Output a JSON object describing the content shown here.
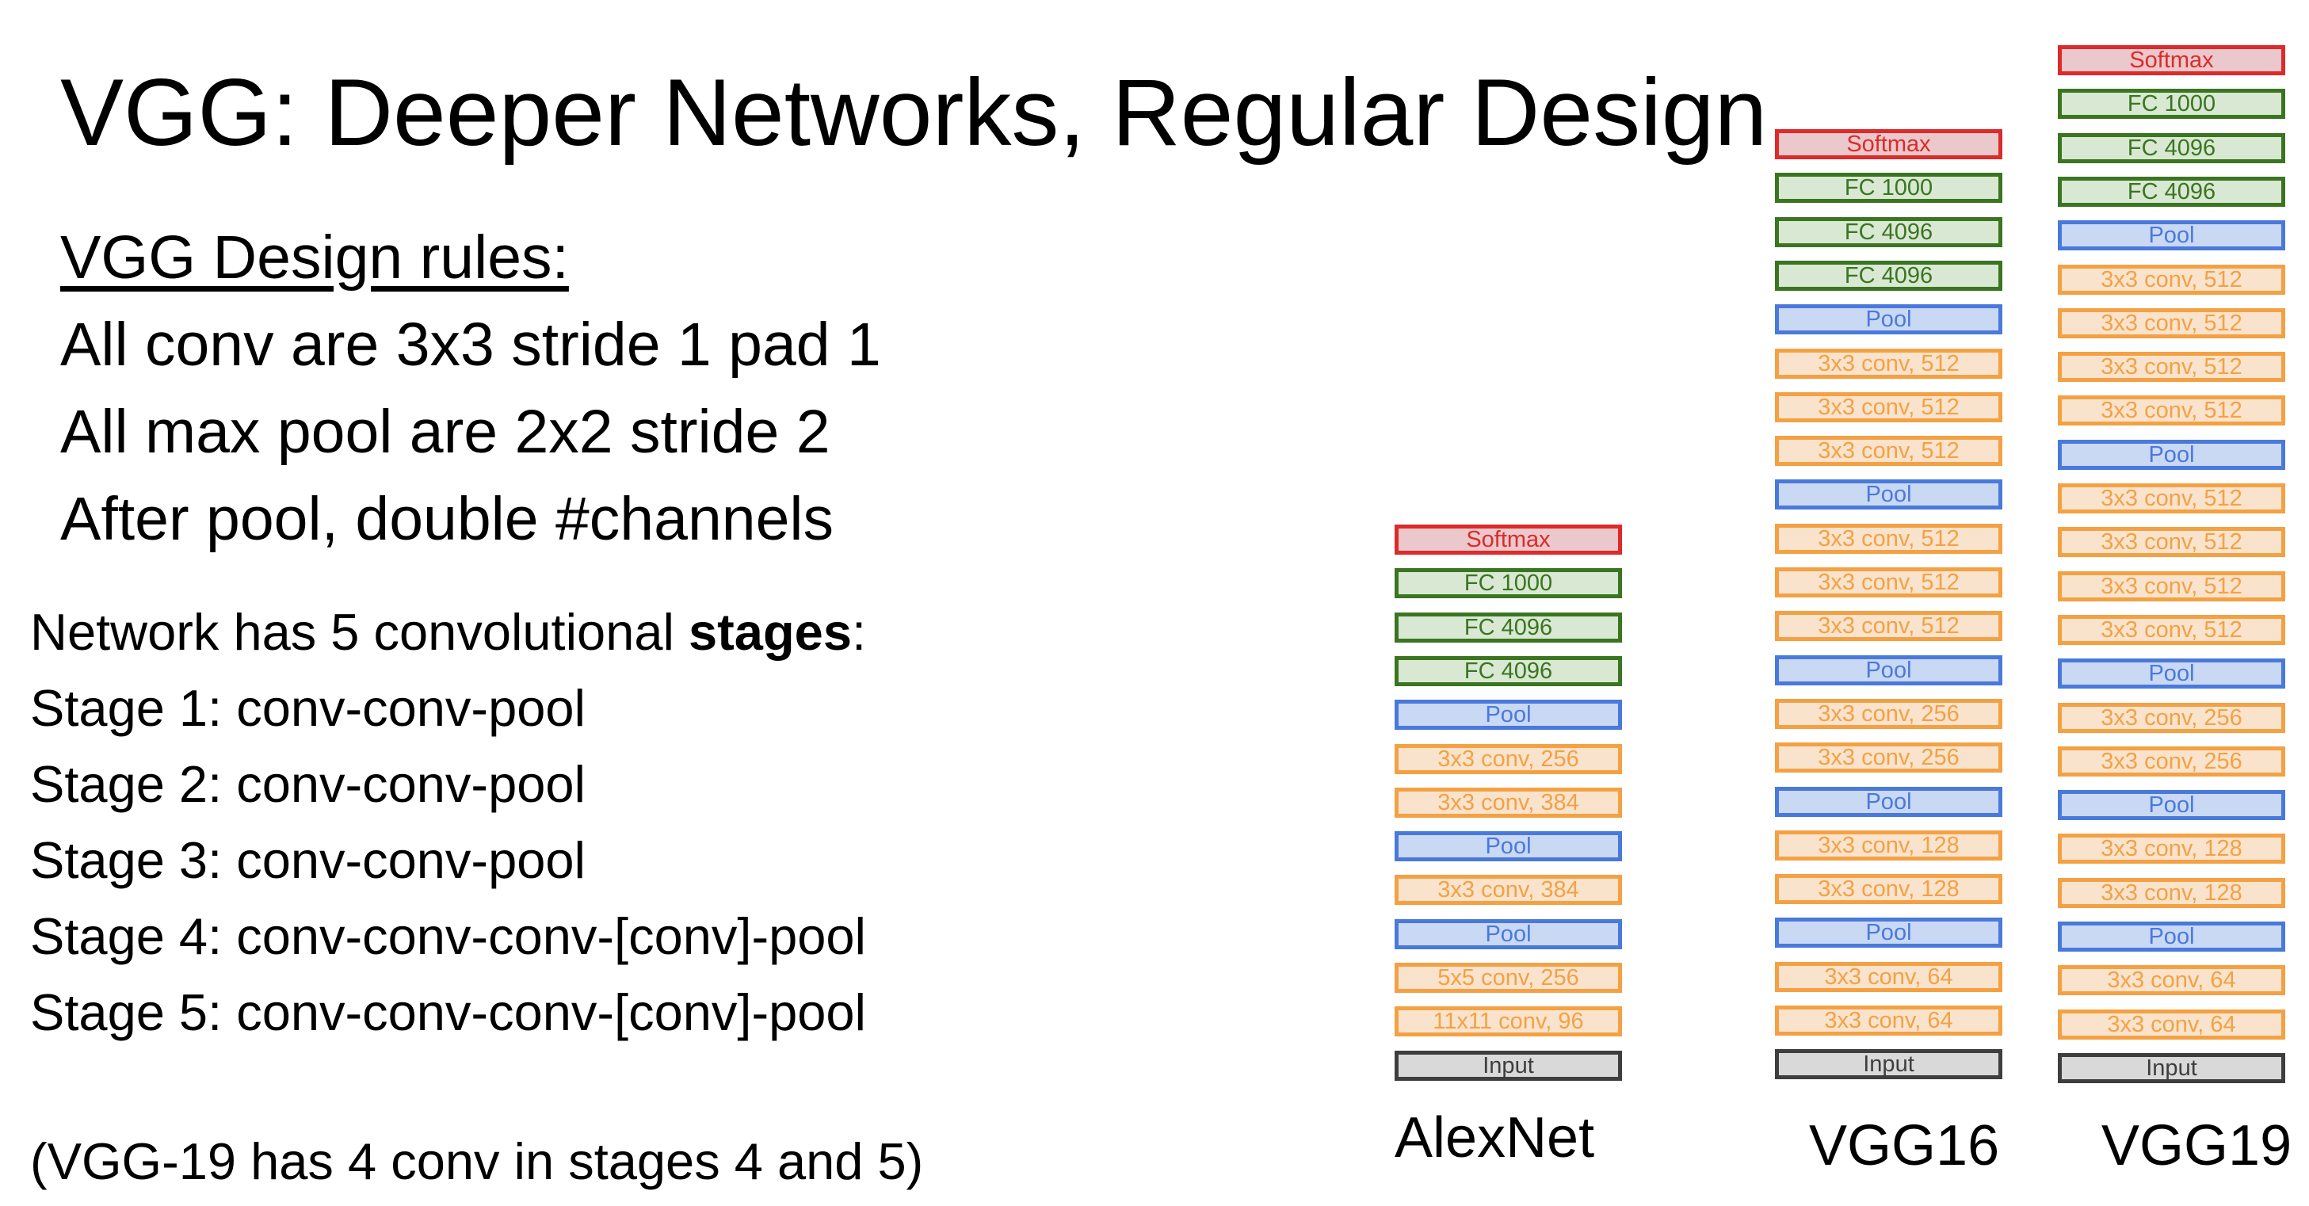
{
  "slide": {
    "title": "VGG: Deeper Networks, Regular Design",
    "rules_heading": "VGG Design rules:",
    "rules": [
      "All conv are 3x3 stride 1 pad 1",
      "All max pool are 2x2 stride 2",
      "After pool, double #channels"
    ],
    "stages_intro_prefix": "Network has 5 convolutional ",
    "stages_intro_bold": "stages",
    "stages_intro_suffix": ":",
    "stages": [
      "Stage 1: conv-conv-pool",
      "Stage 2: conv-conv-pool",
      "Stage 3: conv-conv-pool",
      "Stage 4: conv-conv-conv-[conv]-pool",
      "Stage 5: conv-conv-conv-[conv]-pool"
    ],
    "note": "(VGG-19 has 4 conv in stages 4 and 5)"
  },
  "colors": {
    "softmax": "#dd2a2a",
    "fc": "#3b7521",
    "pool": "#4a79dc",
    "conv": "#f4a144",
    "input": "#3e3e3e"
  },
  "networks": [
    {
      "name": "AlexNet",
      "layers": [
        {
          "label": "Softmax",
          "type": "softmax"
        },
        {
          "label": "FC 1000",
          "type": "fc"
        },
        {
          "label": "FC 4096",
          "type": "fc"
        },
        {
          "label": "FC 4096",
          "type": "fc"
        },
        {
          "label": "Pool",
          "type": "pool"
        },
        {
          "label": "3x3 conv, 256",
          "type": "conv"
        },
        {
          "label": "3x3 conv, 384",
          "type": "conv"
        },
        {
          "label": "Pool",
          "type": "pool"
        },
        {
          "label": "3x3 conv, 384",
          "type": "conv"
        },
        {
          "label": "Pool",
          "type": "pool"
        },
        {
          "label": "5x5 conv, 256",
          "type": "conv"
        },
        {
          "label": "11x11 conv, 96",
          "type": "conv"
        },
        {
          "label": "Input",
          "type": "input"
        }
      ]
    },
    {
      "name": "VGG16",
      "layers": [
        {
          "label": "Softmax",
          "type": "softmax"
        },
        {
          "label": "FC 1000",
          "type": "fc"
        },
        {
          "label": "FC 4096",
          "type": "fc"
        },
        {
          "label": "FC 4096",
          "type": "fc"
        },
        {
          "label": "Pool",
          "type": "pool"
        },
        {
          "label": "3x3 conv, 512",
          "type": "conv"
        },
        {
          "label": "3x3 conv, 512",
          "type": "conv"
        },
        {
          "label": "3x3 conv, 512",
          "type": "conv"
        },
        {
          "label": "Pool",
          "type": "pool"
        },
        {
          "label": "3x3 conv, 512",
          "type": "conv"
        },
        {
          "label": "3x3 conv, 512",
          "type": "conv"
        },
        {
          "label": "3x3 conv, 512",
          "type": "conv"
        },
        {
          "label": "Pool",
          "type": "pool"
        },
        {
          "label": "3x3 conv, 256",
          "type": "conv"
        },
        {
          "label": "3x3 conv, 256",
          "type": "conv"
        },
        {
          "label": "Pool",
          "type": "pool"
        },
        {
          "label": "3x3 conv, 128",
          "type": "conv"
        },
        {
          "label": "3x3 conv, 128",
          "type": "conv"
        },
        {
          "label": "Pool",
          "type": "pool"
        },
        {
          "label": "3x3 conv, 64",
          "type": "conv"
        },
        {
          "label": "3x3 conv, 64",
          "type": "conv"
        },
        {
          "label": "Input",
          "type": "input"
        }
      ]
    },
    {
      "name": "VGG19",
      "layers": [
        {
          "label": "Softmax",
          "type": "softmax"
        },
        {
          "label": "FC 1000",
          "type": "fc"
        },
        {
          "label": "FC 4096",
          "type": "fc"
        },
        {
          "label": "FC 4096",
          "type": "fc"
        },
        {
          "label": "Pool",
          "type": "pool"
        },
        {
          "label": "3x3 conv, 512",
          "type": "conv"
        },
        {
          "label": "3x3 conv, 512",
          "type": "conv"
        },
        {
          "label": "3x3 conv, 512",
          "type": "conv"
        },
        {
          "label": "3x3 conv, 512",
          "type": "conv"
        },
        {
          "label": "Pool",
          "type": "pool"
        },
        {
          "label": "3x3 conv, 512",
          "type": "conv"
        },
        {
          "label": "3x3 conv, 512",
          "type": "conv"
        },
        {
          "label": "3x3 conv, 512",
          "type": "conv"
        },
        {
          "label": "3x3 conv, 512",
          "type": "conv"
        },
        {
          "label": "Pool",
          "type": "pool"
        },
        {
          "label": "3x3 conv, 256",
          "type": "conv"
        },
        {
          "label": "3x3 conv, 256",
          "type": "conv"
        },
        {
          "label": "Pool",
          "type": "pool"
        },
        {
          "label": "3x3 conv, 128",
          "type": "conv"
        },
        {
          "label": "3x3 conv, 128",
          "type": "conv"
        },
        {
          "label": "Pool",
          "type": "pool"
        },
        {
          "label": "3x3 conv, 64",
          "type": "conv"
        },
        {
          "label": "3x3 conv, 64",
          "type": "conv"
        },
        {
          "label": "Input",
          "type": "input"
        }
      ]
    }
  ]
}
